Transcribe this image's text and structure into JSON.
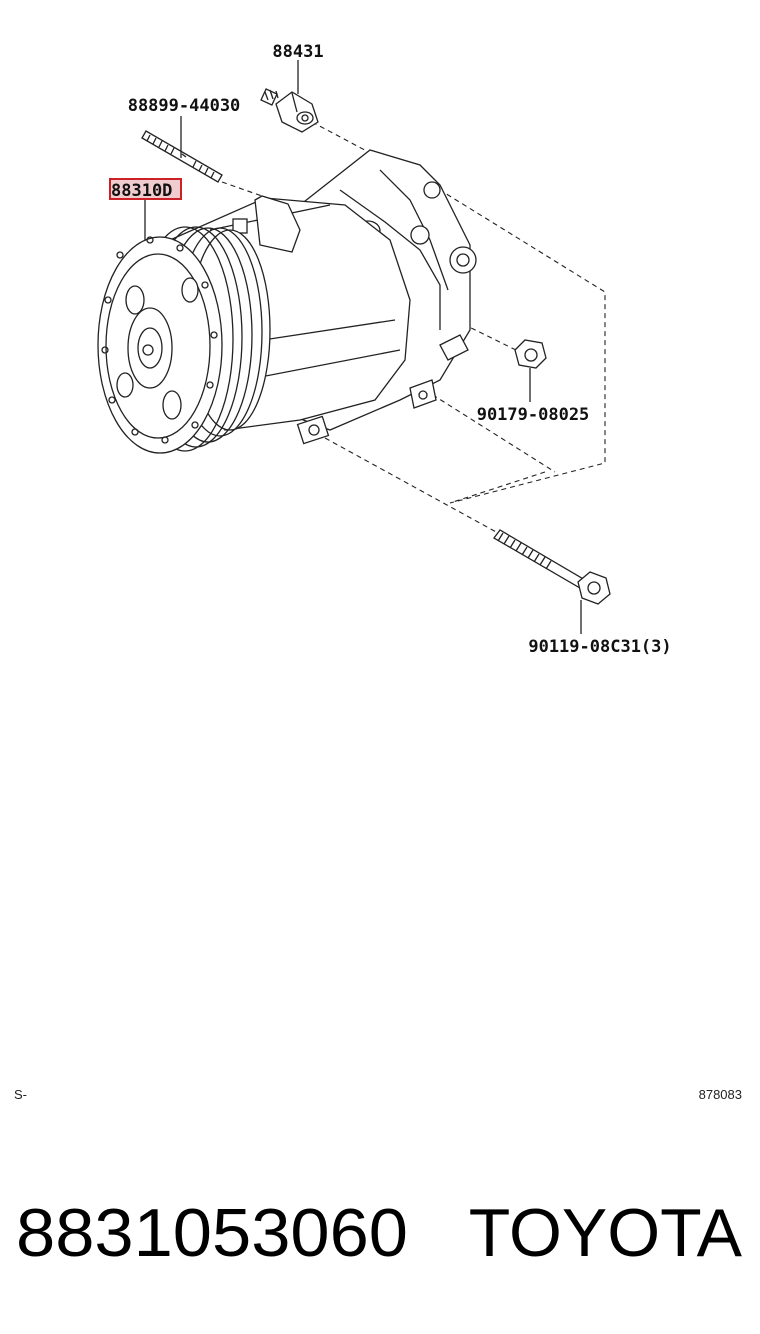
{
  "callouts": {
    "top_bolt": "88431",
    "stud": "88899-44030",
    "compressor": "88310D",
    "nut": "90179-08025",
    "mount_bolt": "90119-08C31(3)"
  },
  "highlight_color": "#cc1f26",
  "footer": {
    "left_code": "S-",
    "right_code": "878083"
  },
  "caption": {
    "part_number": "8831053060",
    "brand": "TOYOTA"
  }
}
